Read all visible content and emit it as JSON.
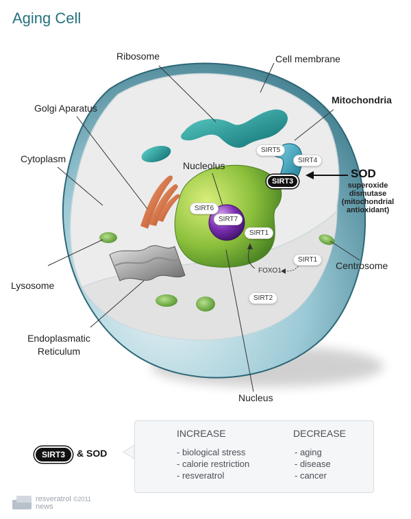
{
  "title": "Aging Cell",
  "labels": {
    "ribosome": "Ribosome",
    "cell_membrane": "Cell membrane",
    "golgi": "Golgi Aparatus",
    "mitochondria": "Mitochondria",
    "cytoplasm": "Cytoplasm",
    "nucleolus": "Nucleolus",
    "sod": "SOD",
    "sod_desc_1": "superoxide",
    "sod_desc_2": "dismutase",
    "sod_desc_3": "(mitochondrial",
    "sod_desc_4": "antioxidant)",
    "lysosome": "Lysosome",
    "centrosome": "Centrosome",
    "er_1": "Endoplasmatic",
    "er_2": "Reticulum",
    "nucleus": "Nucleus"
  },
  "sirt": {
    "sirt5": "SIRT5",
    "sirt4": "SIRT4",
    "sirt3": "SIRT3",
    "sirt6": "SIRT6",
    "sirt7": "SIRT7",
    "sirt1_nucleus": "SIRT1",
    "sirt1_cytoplasm": "SIRT1",
    "foxo1": "FOXO1",
    "sirt2": "SIRT2"
  },
  "legend": {
    "pill": "SIRT3",
    "and": "& SOD",
    "increase_title": "INCREASE",
    "increase_items": [
      "- biological stress",
      "- calorie restriction",
      "- resveratrol"
    ],
    "decrease_title": "DECREASE",
    "decrease_items": [
      "- aging",
      "- disease",
      "- cancer"
    ]
  },
  "brand": {
    "name": "resveratrol",
    "sub": "news",
    "year": "©2011"
  },
  "colors": {
    "title": "#24717d",
    "membrane": "#4a8fa0",
    "interior": "#e9ecee",
    "nucleus": "#7ab23a",
    "nucleolus": "#6f2da0",
    "ribosome": "#1f8f8f",
    "golgi": "#d4622a",
    "mito": "#2a9ab4"
  }
}
